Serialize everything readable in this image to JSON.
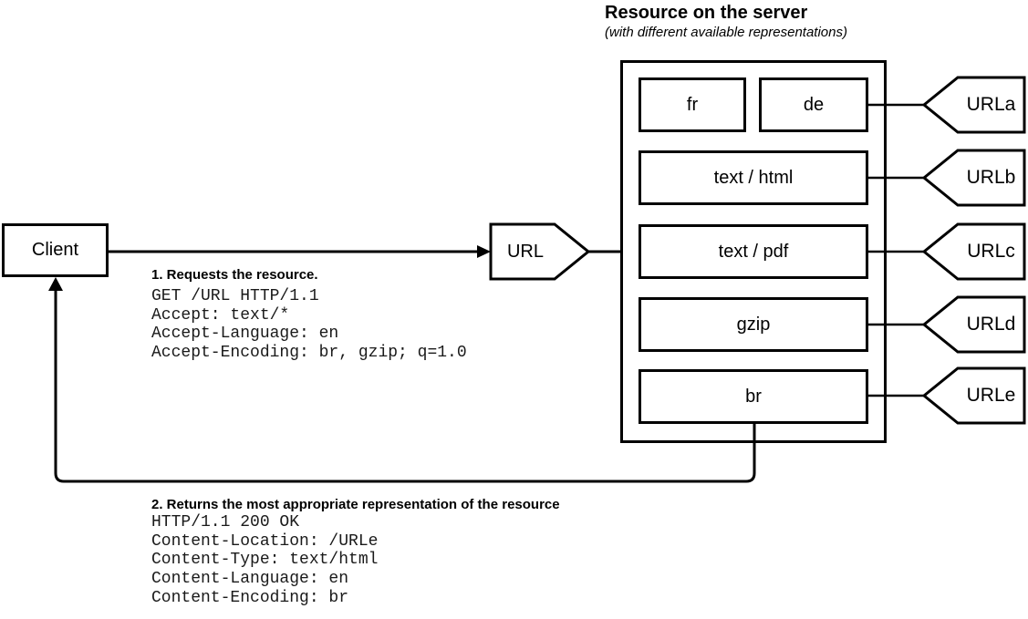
{
  "diagram": {
    "server_title": "Resource on the server",
    "server_subtitle": "(with different available representations)",
    "client_label": "Client",
    "url_label": "URL"
  },
  "request": {
    "step_label": "1. Requests the resource.",
    "headers": "GET /URL HTTP/1.1\nAccept: text/*\nAccept-Language: en\nAccept-Encoding: br, gzip; q=1.0"
  },
  "response": {
    "step_label": "2. Returns the most appropriate representation of the resource",
    "headers": "HTTP/1.1 200 OK\nContent-Location: /URLe\nContent-Type: text/html\nContent-Language: en\nContent-Encoding: br"
  },
  "server": {
    "representations": [
      {
        "label": "fr"
      },
      {
        "label": "de"
      },
      {
        "label": "text / html"
      },
      {
        "label": "text / pdf"
      },
      {
        "label": "gzip"
      },
      {
        "label": "br"
      }
    ],
    "urls": [
      {
        "label": "URLa"
      },
      {
        "label": "URLb"
      },
      {
        "label": "URLc"
      },
      {
        "label": "URLd"
      },
      {
        "label": "URLe"
      }
    ]
  },
  "colors": {
    "stroke": "#000000",
    "background": "#ffffff"
  }
}
